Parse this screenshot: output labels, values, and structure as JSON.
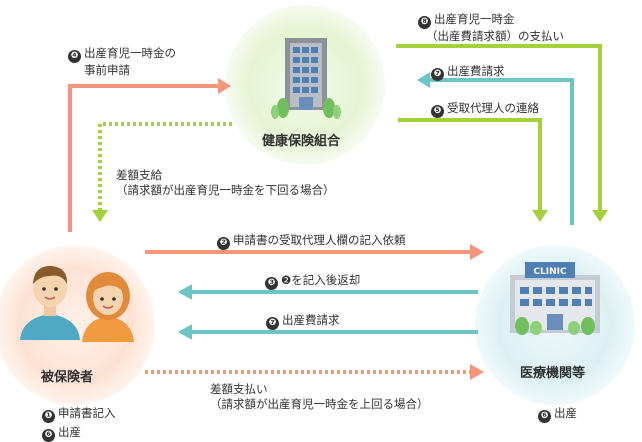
{
  "nodes": {
    "union": {
      "title": "健康保険組合"
    },
    "insured": {
      "title": "被保険者"
    },
    "clinic": {
      "title": "医療機関等",
      "sign": "CLINIC"
    }
  },
  "flows": [
    {
      "number": "❽",
      "text": "出産育児一時金",
      "text2": "（出産費請求額）の支払い"
    },
    {
      "number": "❹",
      "text": "出産育児一時金の",
      "text2": "事前申請"
    },
    {
      "number": "❼",
      "text": "出産費請求"
    },
    {
      "number": "❺",
      "text": "受取代理人の連絡"
    },
    {
      "text": "差額支給",
      "text2": "（請求額が出産育児一時金を下回る場合）"
    },
    {
      "number": "❷",
      "text": "申請書の受取代理人欄の記入依頼"
    },
    {
      "number": "❸",
      "text": "❷を記入後返却"
    },
    {
      "number": "❼",
      "text": "出産費請求"
    },
    {
      "text": "差額支払い",
      "text2": "（請求額が出産育児一時金を上回る場合）"
    }
  ],
  "notes": {
    "insured": [
      {
        "number": "❶",
        "text": "申請書記入"
      },
      {
        "number": "❻",
        "text": "出産"
      }
    ],
    "clinic": [
      {
        "number": "❻",
        "text": "出産"
      }
    ]
  },
  "colors": {
    "orange_arrow": "#f5957a",
    "teal_arrow": "#6ec3c5",
    "green_arrow": "#a6cf3f",
    "union_circle": "#e6f3d3",
    "insured_circle": "#fde2d3",
    "clinic_circle": "#dcf0f4"
  }
}
